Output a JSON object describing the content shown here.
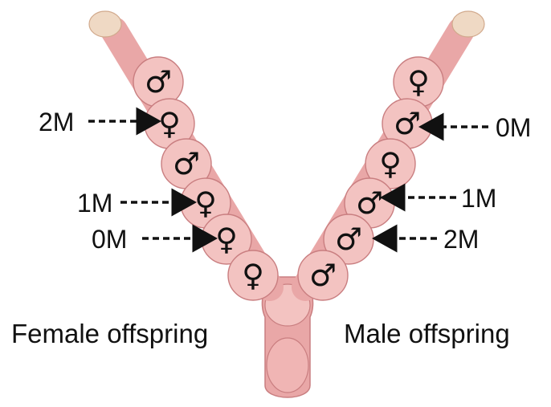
{
  "colors": {
    "tissue": "#e9a7a7",
    "tissue_light": "#f3c3c1",
    "tissue_outline": "#c97e80",
    "ovary": "#efd9c4",
    "arrow": "#111111",
    "text": "#111111"
  },
  "symbols": {
    "female": "♀",
    "male": "♂"
  },
  "horns": {
    "left": {
      "caption": "Female offspring",
      "fetuses": [
        {
          "sex": "male"
        },
        {
          "sex": "female",
          "annotation": "2M"
        },
        {
          "sex": "male"
        },
        {
          "sex": "female",
          "annotation": "1M"
        },
        {
          "sex": "female",
          "annotation": "0M"
        },
        {
          "sex": "female"
        }
      ]
    },
    "right": {
      "caption": "Male offspring",
      "fetuses": [
        {
          "sex": "female"
        },
        {
          "sex": "male",
          "annotation": "0M"
        },
        {
          "sex": "female"
        },
        {
          "sex": "male",
          "annotation": "1M"
        },
        {
          "sex": "male",
          "annotation": "2M"
        },
        {
          "sex": "male"
        }
      ]
    }
  }
}
